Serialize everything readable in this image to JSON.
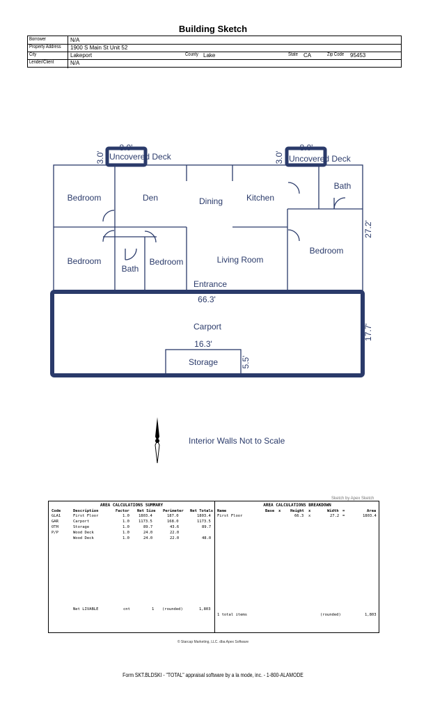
{
  "title": "Building Sketch",
  "info": {
    "borrower": {
      "label": "Borrower",
      "value": "N/A"
    },
    "property": {
      "label": "Property Address",
      "value": "1900 S Main St Unit 52"
    },
    "city": {
      "label": "City",
      "value": "Lakeport"
    },
    "county": {
      "label": "County",
      "value": "Lake"
    },
    "state": {
      "label": "State",
      "value": "CA"
    },
    "zip": {
      "label": "Zip Code",
      "value": "95453"
    },
    "lender": {
      "label": "Lender/Client",
      "value": "N/A"
    }
  },
  "sketch": {
    "deck_left_width": "8.0'",
    "deck_left_depth": "3.0'",
    "deck_left_label": "Uncovered Deck",
    "deck_right_width": "8.0'",
    "deck_right_depth": "3.0'",
    "deck_right_label": "Uncovered Deck",
    "rooms": {
      "bedroom1": "Bedroom",
      "den": "Den",
      "dining": "Dining",
      "kitchen": "Kitchen",
      "bath_right": "Bath",
      "bedroom_left_lower": "Bedroom",
      "bath_center": "Bath",
      "bedroom_center": "Bedroom",
      "living": "Living Room",
      "bedroom_right": "Bedroom",
      "entrance": "Entrance",
      "carport": "Carport",
      "storage": "Storage"
    },
    "dims": {
      "house_depth": "27.2'",
      "carport_width": "66.3'",
      "carport_depth": "17.7'",
      "storage_width": "16.3'",
      "storage_depth": "5.5'"
    }
  },
  "note": "Interior Walls Not to Scale",
  "apex_credit": "Sketch by Apex Sketch",
  "summary": {
    "title": "AREA CALCULATIONS SUMMARY",
    "headers": [
      "Code",
      "Description",
      "Factor",
      "Net Size",
      "Perimeter",
      "Net Totals"
    ],
    "rows": [
      [
        "GLA1",
        "First Floor",
        "1.0",
        "1803.4",
        "187.0",
        "1803.4"
      ],
      [
        "GAR",
        "Carport",
        "1.0",
        "1173.5",
        "168.0",
        "1173.5"
      ],
      [
        "OTH",
        "Storage",
        "1.0",
        "89.7",
        "43.6",
        "89.7"
      ],
      [
        "P/P",
        "Wood Deck",
        "1.0",
        "24.0",
        "22.0",
        ""
      ],
      [
        "",
        "Wood Deck",
        "1.0",
        "24.0",
        "22.0",
        "48.0"
      ]
    ],
    "net_label": "Net LIVABLE",
    "net_cnt": "cnt",
    "net_count": "1",
    "net_rounded": "(rounded)",
    "net_total": "1,803"
  },
  "breakdown": {
    "title": "AREA CALCULATIONS BREAKDOWN",
    "headers": [
      "Name",
      "Base",
      "x",
      "Height",
      "x",
      "Width",
      "=",
      "Area"
    ],
    "row": [
      "First Floor",
      "66.3",
      "x",
      "27.2",
      "=",
      "1803.4"
    ],
    "total_items": "1 total items",
    "rounded": "(rounded)",
    "total": "1,803"
  },
  "copyright": "© Starcap Marketing, LLC. dba Apex Software",
  "form_line": "Form SKT.BLDSKI - \"TOTAL\" appraisal software by a la mode, inc. - 1-800-ALAMODE"
}
